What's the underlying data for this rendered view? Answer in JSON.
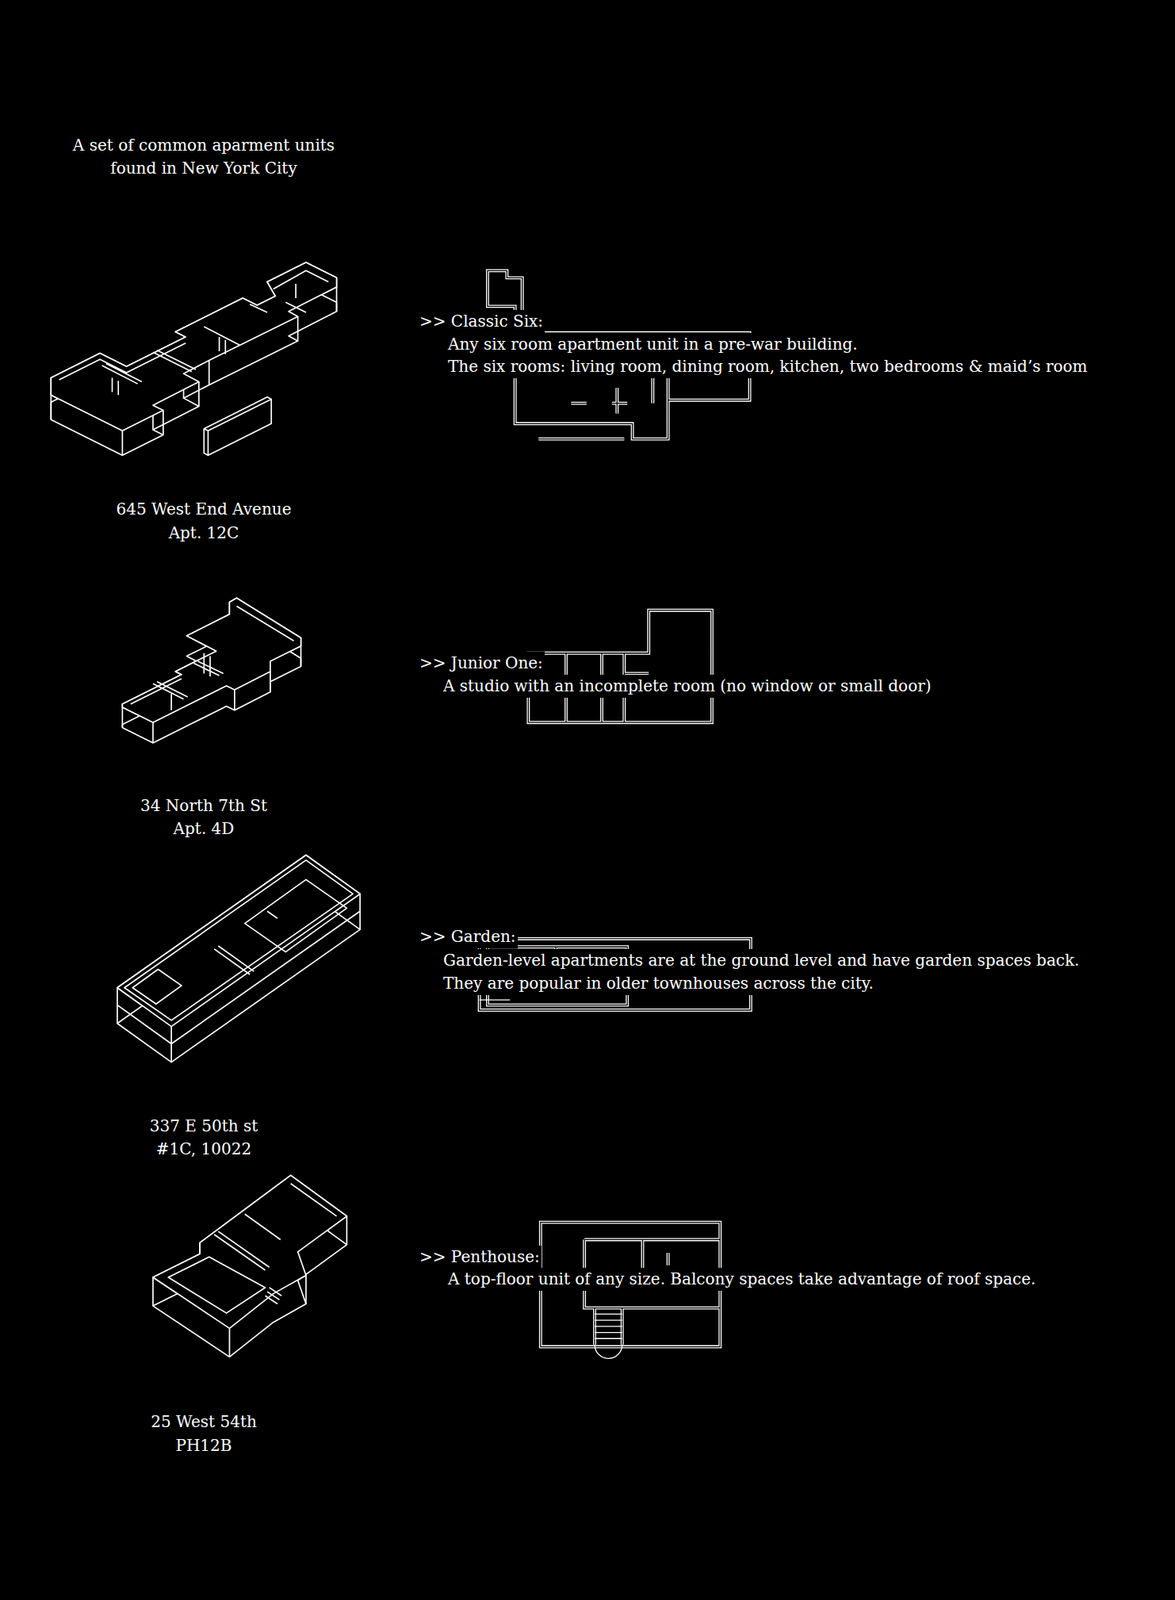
{
  "diagram": {
    "title": "A set of common aparment units found in New York City",
    "labels": [
      ">> Classic Six:",
      "Any six room apartment unit in a pre-war building.",
      "The six rooms: living room, dining room, kitchen, two bedrooms & maid’s room",
      "645 West End Avenue",
      "Apt. 12C",
      ">> Junior One:",
      "A studio with an incomplete room (no window or small door)",
      "34 North 7th St",
      "Apt. 4D",
      ">> Garden:",
      "Garden-level apartments are at the ground level and have garden spaces back. They are popular in older townhouses across the city.",
      "337 E 50th st",
      "#1C, 10022",
      ">> Penthouse:",
      "A top-floor unit of any size. Balcony spaces take advantage of roof space.",
      "25 West 54th",
      "PH12B"
    ]
  }
}
